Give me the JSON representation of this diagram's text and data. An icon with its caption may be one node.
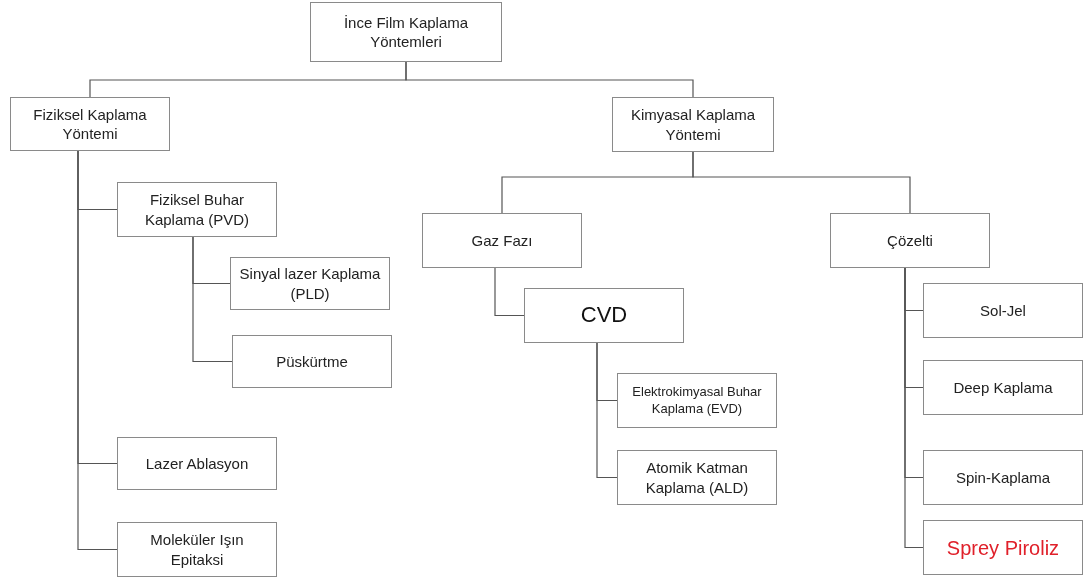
{
  "diagram": {
    "nodes": [
      {
        "text": [
          "İnce Film Kaplama Yöntemleri"
        ]
      },
      {
        "text": [
          "Fiziksel Kaplama Yöntemi"
        ]
      },
      {
        "text": [
          "Kimyasal Kaplama Yöntemi"
        ]
      },
      {
        "text": [
          "Fiziksel Buhar Kaplama (PVD)"
        ]
      },
      {
        "text": [
          "Sinyal lazer Kaplama (PLD)"
        ]
      },
      {
        "text": [
          "Püskürtme"
        ]
      },
      {
        "text": [
          "Lazer Ablasyon"
        ]
      },
      {
        "text": [
          "Moleküler Işın Epitaksi"
        ]
      },
      {
        "text": [
          "Gaz Fazı"
        ]
      },
      {
        "text": [
          "Çözelti"
        ]
      },
      {
        "text": [
          "CVD"
        ]
      },
      {
        "text": [
          "Elektrokimyasal Buhar Kaplama (EVD)"
        ]
      },
      {
        "text": [
          "Atomik Katman Kaplama (ALD)"
        ]
      },
      {
        "text": [
          "Sol-Jel"
        ]
      },
      {
        "text": [
          "Deep Kaplama"
        ]
      },
      {
        "text": [
          "Spin-Kaplama"
        ]
      },
      {
        "text": [
          "Sprey Piroliz"
        ]
      }
    ],
    "edges": [
      {
        "from": 0,
        "to": 1,
        "arrow": "none"
      },
      {
        "from": 0,
        "to": 2,
        "arrow": "none"
      },
      {
        "from": 1,
        "to": 3,
        "arrow": "none"
      },
      {
        "from": 1,
        "to": 6,
        "arrow": "none"
      },
      {
        "from": 1,
        "to": 7,
        "arrow": "none"
      },
      {
        "from": 3,
        "to": 4,
        "arrow": "none"
      },
      {
        "from": 3,
        "to": 5,
        "arrow": "none"
      },
      {
        "from": 2,
        "to": 8,
        "arrow": "none"
      },
      {
        "from": 2,
        "to": 9,
        "arrow": "none"
      },
      {
        "from": 8,
        "to": 10,
        "arrow": "none"
      },
      {
        "from": 10,
        "to": 11,
        "arrow": "none"
      },
      {
        "from": 10,
        "to": 12,
        "arrow": "none"
      },
      {
        "from": 9,
        "to": 13,
        "arrow": "none"
      },
      {
        "from": 9,
        "to": 14,
        "arrow": "none"
      },
      {
        "from": 9,
        "to": 15,
        "arrow": "none"
      },
      {
        "from": 9,
        "to": 16,
        "arrow": "none"
      }
    ]
  }
}
